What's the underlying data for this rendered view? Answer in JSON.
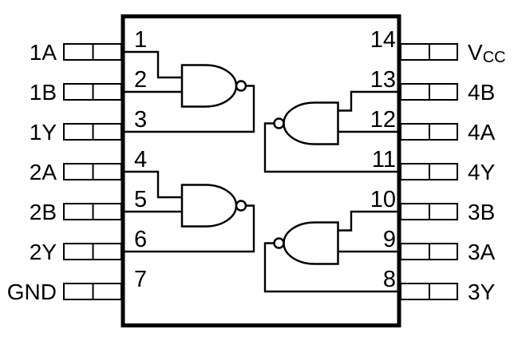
{
  "diagram": {
    "kind": "ic-pinout-logic-diagram",
    "package_pin_count": 14,
    "colors": {
      "line": "#000000",
      "background": "#ffffff"
    }
  },
  "pins": {
    "left": [
      {
        "number": "1",
        "label": "1A"
      },
      {
        "number": "2",
        "label": "1B"
      },
      {
        "number": "3",
        "label": "1Y"
      },
      {
        "number": "4",
        "label": "2A"
      },
      {
        "number": "5",
        "label": "2B"
      },
      {
        "number": "6",
        "label": "2Y"
      },
      {
        "number": "7",
        "label": "GND"
      }
    ],
    "right": [
      {
        "number": "14",
        "label": "VCC",
        "label_main": "V",
        "label_sub": "CC"
      },
      {
        "number": "13",
        "label": "4B"
      },
      {
        "number": "12",
        "label": "4A"
      },
      {
        "number": "11",
        "label": "4Y"
      },
      {
        "number": "10",
        "label": "3B"
      },
      {
        "number": "9",
        "label": "3A"
      },
      {
        "number": "8",
        "label": "3Y"
      }
    ]
  },
  "gates": [
    {
      "id": "1",
      "type": "nand",
      "inputs": [
        "1",
        "2"
      ],
      "output": "3",
      "facing": "right"
    },
    {
      "id": "2",
      "type": "nand",
      "inputs": [
        "4",
        "5"
      ],
      "output": "6",
      "facing": "right"
    },
    {
      "id": "4",
      "type": "nand",
      "inputs": [
        "13",
        "12"
      ],
      "output": "11",
      "facing": "left"
    },
    {
      "id": "3",
      "type": "nand",
      "inputs": [
        "10",
        "9"
      ],
      "output": "8",
      "facing": "left"
    }
  ]
}
